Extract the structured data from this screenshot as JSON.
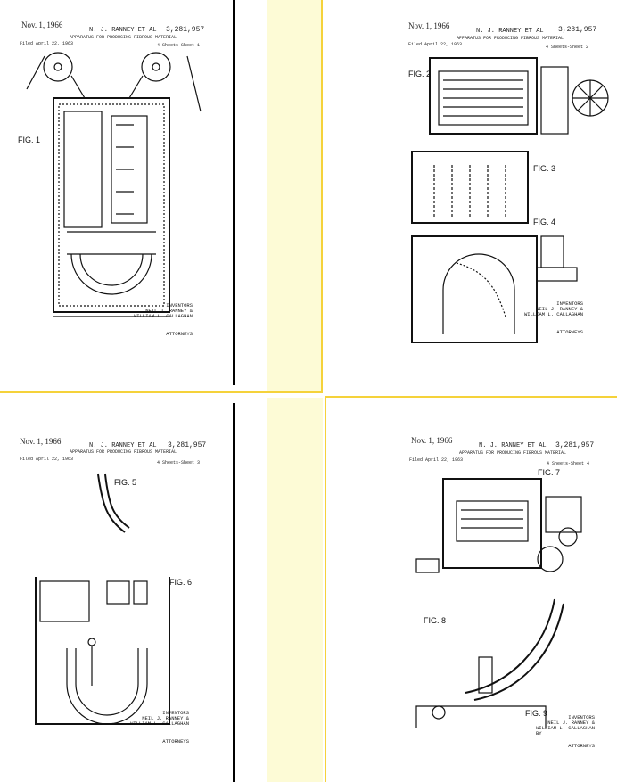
{
  "sheets": [
    {
      "date": "Nov. 1, 1966",
      "inventor": "N. J. RANNEY ET AL",
      "patent": "3,281,957",
      "title": "APPARATUS FOR PRODUCING FIBROUS MATERIAL",
      "filed": "Filed April 22, 1963",
      "sheet": "4 Sheets-Sheet 1",
      "figs": [
        "FIG. 1"
      ]
    },
    {
      "date": "Nov. 1, 1966",
      "inventor": "N. J. RANNEY ET AL",
      "patent": "3,281,957",
      "title": "APPARATUS FOR PRODUCING FIBROUS MATERIAL",
      "filed": "Filed April 22, 1963",
      "sheet": "4 Sheets-Sheet 2",
      "figs": [
        "FIG. 2",
        "FIG. 3",
        "FIG. 4"
      ]
    },
    {
      "date": "Nov. 1, 1966",
      "inventor": "N. J. RANNEY ET AL",
      "patent": "3,281,957",
      "title": "APPARATUS FOR PRODUCING FIBROUS MATERIAL",
      "filed": "Filed April 22, 1963",
      "sheet": "4 Sheets-Sheet 3",
      "figs": [
        "FIG. 5",
        "FIG. 6"
      ]
    },
    {
      "date": "Nov. 1, 1966",
      "inventor": "N. J. RANNEY ET AL",
      "patent": "3,281,957",
      "title": "APPARATUS FOR PRODUCING FIBROUS MATERIAL",
      "filed": "Filed April 22, 1963",
      "sheet": "4 Sheets-Sheet 4",
      "figs": [
        "FIG. 7",
        "FIG. 8",
        "FIG. 9"
      ]
    }
  ],
  "inventors": {
    "label": "INVENTORS",
    "names_1": "NEIL J. RANNEY &",
    "names_2": "WILLIAM L. CALLAGHAN",
    "by": "BY",
    "attorneys": "ATTORNEYS"
  },
  "colors": {
    "highlight_border": "#f5d23a",
    "strip": "#fdfbd6"
  }
}
